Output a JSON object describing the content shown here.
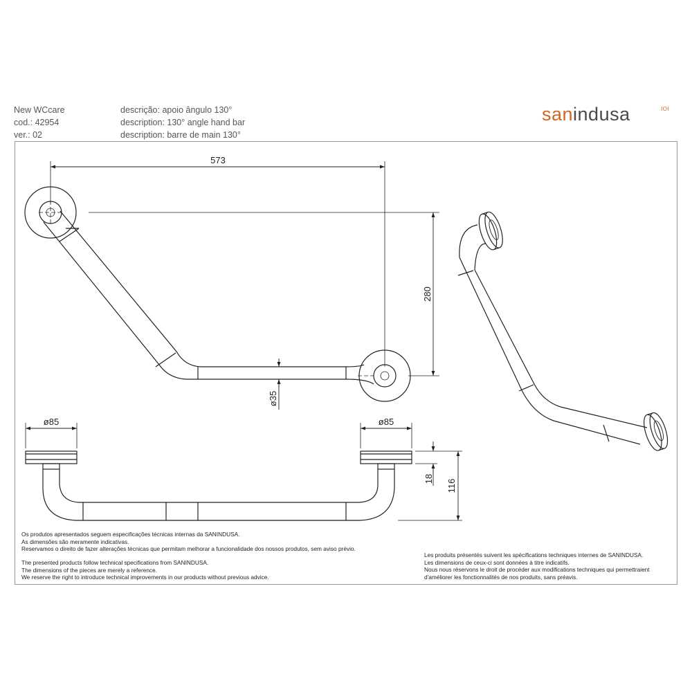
{
  "header": {
    "collection": "New WCcare",
    "code": "cod.: 42954",
    "version": "ver.: 02",
    "desc_pt": "descrição: apoio ângulo 130°",
    "desc_en": "description: 130° angle hand bar",
    "desc_fr": "description: barre de main 130°"
  },
  "logo": {
    "part1": "san",
    "part2": "indusa",
    "mark": "IOI"
  },
  "dimensions": {
    "width": "573",
    "height": "280",
    "tube_diameter": "ø35",
    "flange_left": "ø85",
    "flange_right": "ø85",
    "flange_thickness": "18",
    "projection": "116"
  },
  "notes": {
    "pt": [
      "Os produtos apresentados seguem especificações técnicas internas da SANINDUSA.",
      "As dimensões são meramente indicativas.",
      "Reservamos o direito de fazer alterações técnicas que permitam melhorar a funcionalidade dos nossos produtos, sem aviso prévio."
    ],
    "en": [
      "The presented products follow technical specifications from SANINDUSA.",
      "The dimensions of the pieces are merely a reference.",
      "We reserve the right to introduce technical improvements in our products without previous advice."
    ],
    "fr": [
      "Les produits présentés suivent les spécifications techniques internes de SANINDUSA.",
      "Les dimensions de ceux-ci sont données à titre indicatifs.",
      "Nous nous réservons le droit de procéder aux modifications techniques qui permettraient",
      "d'améliorer les fonctionnalités de nos produits, sans préavis."
    ]
  },
  "colors": {
    "brand": "#d4661e",
    "line": "#222222",
    "frame": "#999999"
  }
}
